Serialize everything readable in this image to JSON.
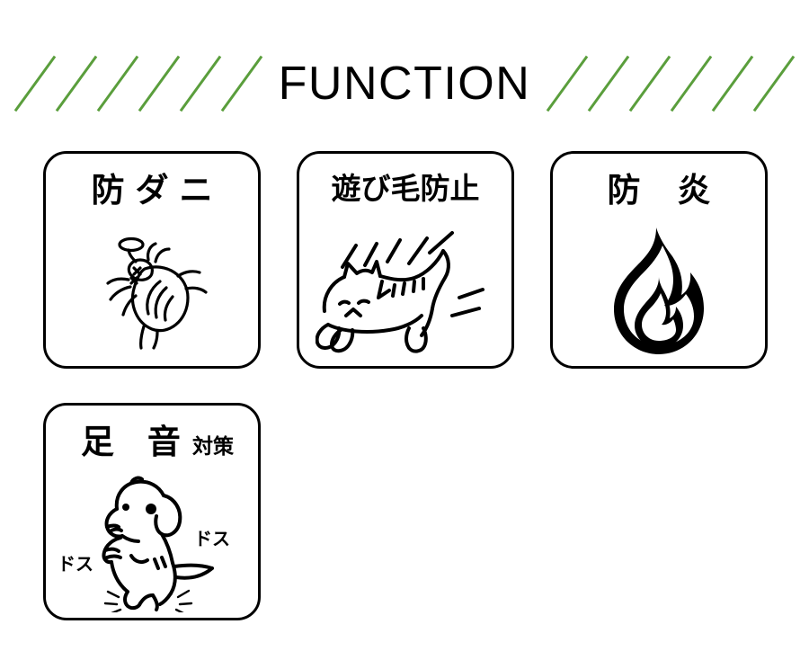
{
  "header": {
    "title": "FUNCTION",
    "stripe_color": "#5a9e3c",
    "stripes_left_count": 6,
    "stripes_right_count": 6
  },
  "cards": [
    {
      "id": "anti-mite",
      "title_main": "防ダニ",
      "title_sub": "",
      "icon": "dead-mite-icon"
    },
    {
      "id": "anti-fuzzing",
      "title_main": "遊び毛防止",
      "title_sub": "",
      "icon": "stretching-cat-icon"
    },
    {
      "id": "flame-retardant",
      "title_main": "防 炎",
      "title_sub": "",
      "icon": "flame-icon"
    },
    {
      "id": "footstep-noise",
      "title_main": "足 音",
      "title_sub": "対策",
      "icon": "jumping-dog-icon",
      "sfx_left": "ドス",
      "sfx_right": "ドス"
    }
  ]
}
